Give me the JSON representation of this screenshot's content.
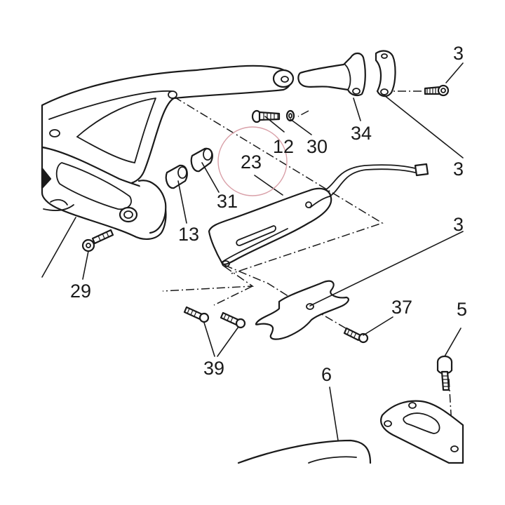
{
  "diagram": {
    "highlight_color": "#d9a0a8",
    "line_color": "#1a1a1a",
    "callouts": {
      "c3_top": "3",
      "c12": "12",
      "c30": "30",
      "c34": "34",
      "c3_mid": "3",
      "c23": "23",
      "c31": "31",
      "c13": "13",
      "c3_low": "3",
      "c29": "29",
      "c37": "37",
      "c5": "5",
      "c39": "39",
      "c6": "6"
    }
  }
}
